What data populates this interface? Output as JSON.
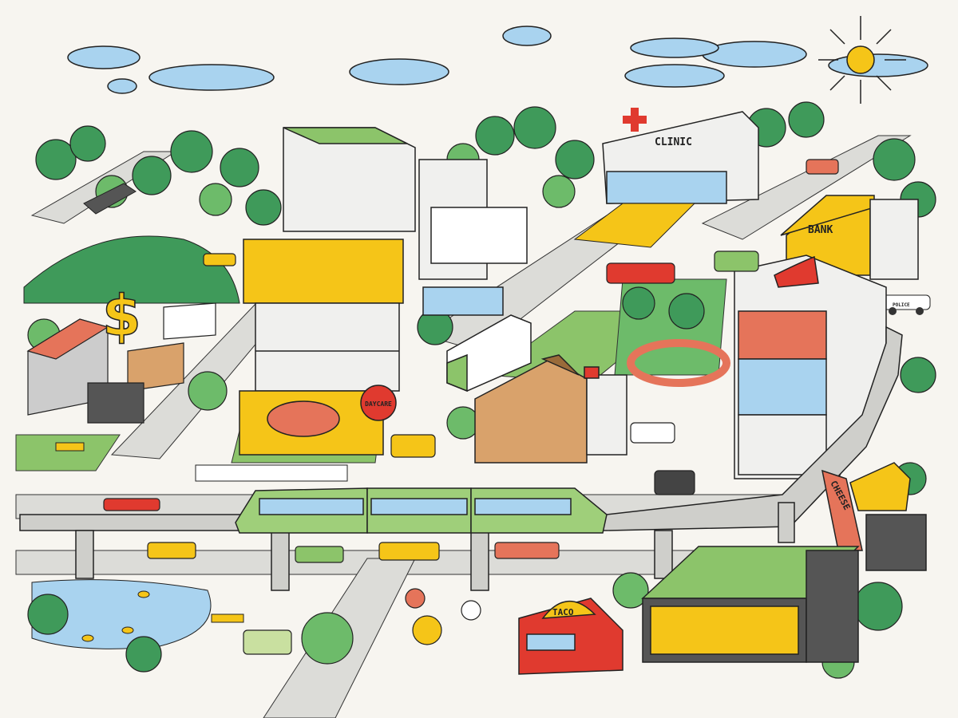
{
  "signs": {
    "clinic": "CLINIC",
    "bank": "BANK",
    "daycare": "DAYCARE",
    "taco": "TACO",
    "cheese": "CHEESE",
    "police": "POLICE"
  },
  "colors": {
    "background": "#f7f5f0",
    "road": "#d9d9d6",
    "grass": "#8cc46a",
    "tree": "#3f9a5a",
    "tree_light": "#6dbb6a",
    "sky_cloud": "#a9d3ef",
    "sun": "#f5c518",
    "accent_yellow": "#f5c518",
    "accent_red": "#e03a2f",
    "brick": "#e5745a",
    "train": "#9fcf7a",
    "water": "#a9d3ef"
  }
}
